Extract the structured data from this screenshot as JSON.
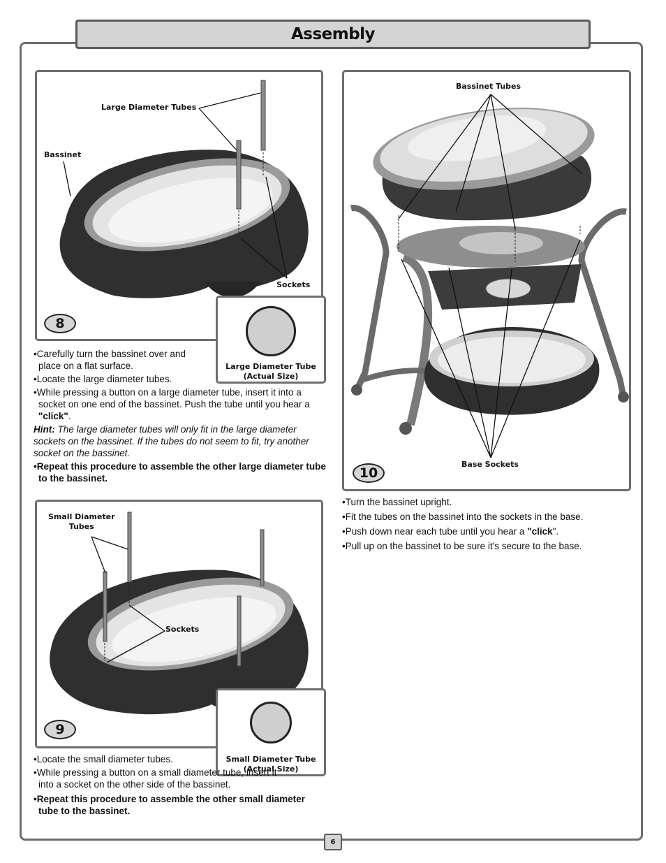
{
  "header": {
    "title": "Assembly"
  },
  "step8": {
    "number": "8",
    "labels": {
      "tubes": "Large Diameter Tubes",
      "bassinet": "Bassinet",
      "sockets": "Sockets"
    },
    "actual_size": {
      "line1": "Large Diameter Tube",
      "line2": "(Actual Size)"
    },
    "bullets": [
      "Carefully turn the bassinet over and place on a flat surface.",
      "Locate the large diameter tubes.",
      "While pressing a button on a large diameter tube, insert it into a socket on one end of the bassinet. Push the tube until you hear a "
    ],
    "click_word": "\"click\"",
    "period": ".",
    "hint_label": "Hint:",
    "hint_text": " The large diameter tubes will only fit in the large diameter sockets on the bassinet. If the tubes do not seem to fit, try another socket on the bassinet.",
    "repeat": "Repeat this procedure to assemble the other large diameter tube to the bassinet."
  },
  "step9": {
    "number": "9",
    "labels": {
      "tubes_line1": "Small Diameter",
      "tubes_line2": "Tubes",
      "sockets": "Sockets"
    },
    "actual_size": {
      "line1": "Small Diameter Tube",
      "line2": "(Actual Size)"
    },
    "bullets": [
      "Locate the small diameter tubes.",
      "While pressing a button on a small diameter tube, insert it into a socket on the other side of the bassinet."
    ],
    "repeat": "Repeat this procedure to assemble the other small diameter tube to the bassinet."
  },
  "step10": {
    "number": "10",
    "labels": {
      "tubes": "Bassinet Tubes",
      "sockets": "Base Sockets"
    },
    "bullets": [
      "Turn the bassinet upright.",
      "Fit the tubes on the bassinet into the sockets in the base.",
      "Pull up on the bassinet to be sure it's secure to the base."
    ],
    "push_text": "Push down near each tube until you hear a ",
    "click_word": "\"click",
    "click_end": "\"."
  },
  "footer": {
    "page": "6"
  }
}
